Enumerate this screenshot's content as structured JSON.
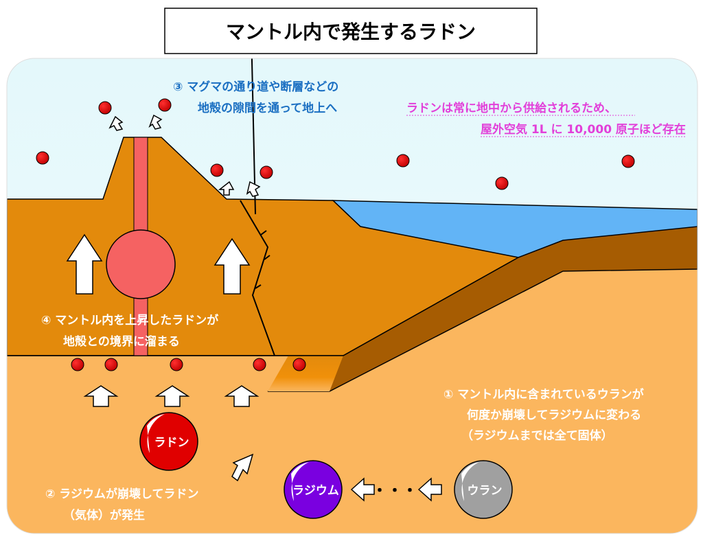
{
  "title": "マントル内で発生するラドン",
  "notes": {
    "n3_line1": "③ マグマの通り道や断層などの",
    "n3_line2": "地殻の隙間を通って地上へ",
    "pink_line1": "ラドンは常に地中から供給されるため、",
    "pink_line2": "屋外空気 1L に 10,000 原子ほど存在",
    "n4_line1": "④ マントル内を上昇したラドンが",
    "n4_line2": "地殻との境界に溜まる",
    "n1_line1": "① マントル内に含まれているウランが",
    "n1_line2": "何度か崩壊してラジウムに変わる",
    "n1_line3": "（ラジウムまでは全て固体）",
    "n2_line1": "② ラジウムが崩壊してラドン",
    "n2_line2": "（気体）が発生"
  },
  "atoms": {
    "radon": "ラドン",
    "radium": "ラジウム",
    "uranium": "ウラン",
    "ellipsis": "・・・"
  },
  "colors": {
    "sky": "#e6f9fc",
    "crust": "#e38a0c",
    "mantle": "#fbb65e",
    "sea": "#62b4f6",
    "slab": "#a65c02",
    "magma": "#f56262",
    "radon": "#e00000",
    "radium": "#7a00e0",
    "uranium": "#a0a0a0",
    "blue_text": "#1b6fc2",
    "pink_text": "#e23fd9"
  }
}
